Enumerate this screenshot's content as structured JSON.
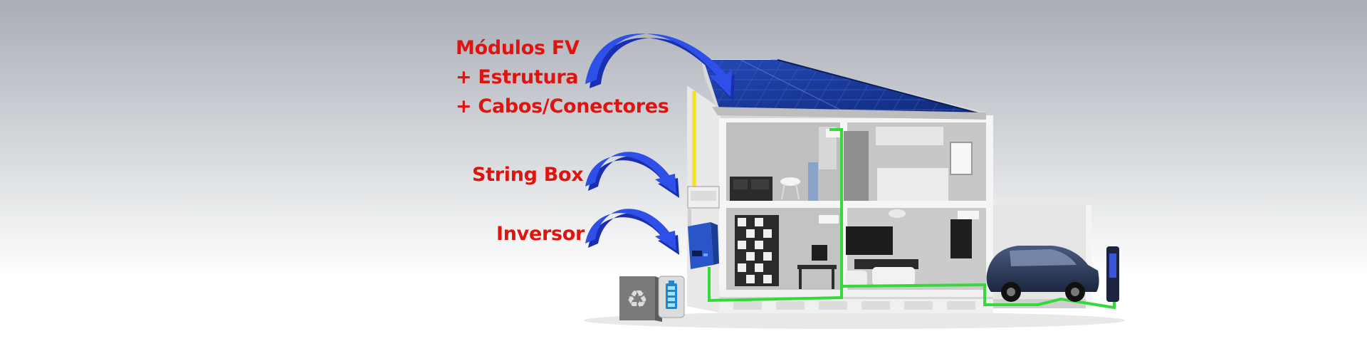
{
  "labels": {
    "modules_line1": "Módulos FV",
    "modules_line2": "+ Estrutura",
    "modules_line3": "+ Cabos/Conectores",
    "string_box": "String Box",
    "inverter": "Inversor"
  },
  "colors": {
    "label_text": "#e0140f",
    "arrow": "#2e4fe8",
    "solar_panel": "#1a3a9a",
    "dc_cable": "#f2e21a",
    "ac_cable": "#35d93a",
    "inverter": "#2a55c8",
    "house_wall": "#f3f3f3"
  },
  "icons": {
    "recycle": "recycle-icon",
    "battery": "battery-icon"
  }
}
